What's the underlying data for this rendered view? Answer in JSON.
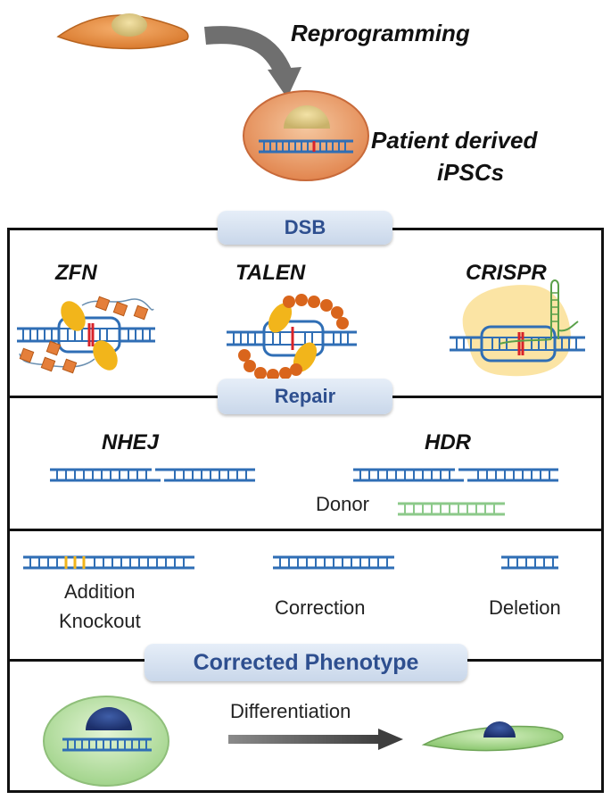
{
  "top": {
    "reprogramming_label": "Reprogramming",
    "ipsc_label_line1": "Patient derived",
    "ipsc_label_line2": "iPSCs"
  },
  "dsb": {
    "banner": "DSB",
    "methods": [
      "ZFN",
      "TALEN",
      "CRISPR"
    ]
  },
  "repair": {
    "banner": "Repair",
    "nhej": "NHEJ",
    "hdr": "HDR",
    "donor": "Donor"
  },
  "outcomes": {
    "addition_line1": "Addition",
    "addition_line2": "Knockout",
    "correction": "Correction",
    "deletion": "Deletion"
  },
  "phenotype": {
    "banner": "Corrected Phenotype",
    "differentiation": "Differentiation"
  },
  "colors": {
    "dna_blue": "#2f6eb5",
    "mutation_red": "#d8232a",
    "insert_yellow": "#f2b51b",
    "donor_green": "#8cc98a",
    "patient_cell": "#e8904a",
    "corrected_cell": "#b9e0a5"
  }
}
